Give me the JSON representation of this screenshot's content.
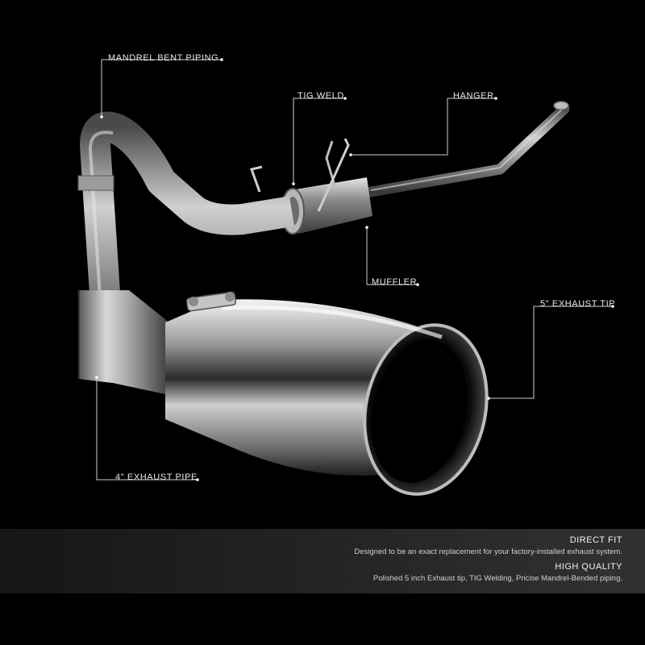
{
  "callouts": {
    "mandrel": "MANDREL BENT PIPING",
    "tig": "TIG WELD",
    "hanger": "HANGER",
    "muffler": "MUFFLER",
    "tip": "5\" EXHAUST TIP",
    "pipe": "4\" EXHAUST PIPE"
  },
  "features": [
    {
      "title": "DIRECT FIT",
      "desc": "Designed to be an exact replacement for your factory-installed exhaust system."
    },
    {
      "title": "HIGH QUALITY",
      "desc": "Polished 5 inch Exhaust tip, TIG Welding, Pricise Mandrel-Bended piping."
    }
  ]
}
